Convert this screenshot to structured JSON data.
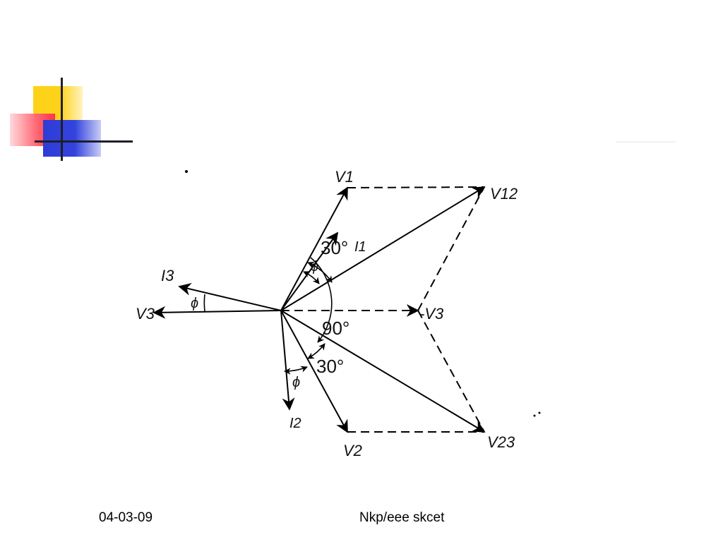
{
  "diagram": {
    "labels": {
      "v1": "V1",
      "v2": "V2",
      "v3": "V3",
      "v3_neg": "-V3",
      "v12": "V12",
      "v23": "V23",
      "i1": "I1",
      "i2": "I2",
      "i3": "I3",
      "angle_30_top": "30°",
      "angle_30_bottom": "30°",
      "angle_90": "90°",
      "phi_1": "ϕ",
      "phi_2": "ϕ",
      "phi_3": "ϕ"
    }
  },
  "footer": {
    "date": "04-03-09",
    "text": "Nkp/eee skcet"
  }
}
